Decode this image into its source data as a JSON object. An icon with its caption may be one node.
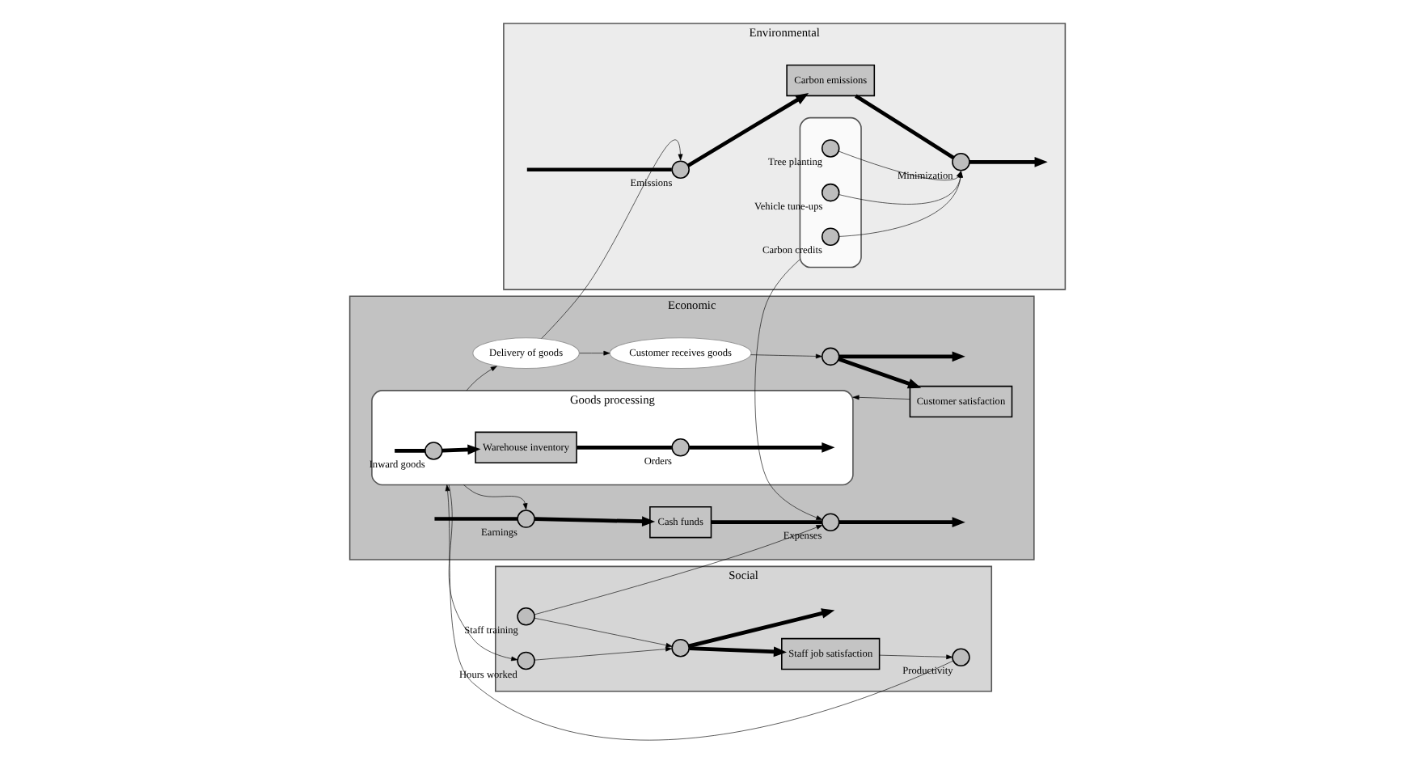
{
  "diagram": {
    "nodes": [
      {
        "text": [
          "Economic"
        ]
      },
      {
        "text": [
          "Customer satisfaction"
        ],
        "in": 0
      },
      {
        "text": [],
        "shape": "circle",
        "in": 0
      },
      {
        "text": [
          "Goods processing"
        ],
        "in": 0
      },
      {
        "text": [
          "Inward goods"
        ],
        "in": 3
      },
      {
        "text": [
          "Warehouse inventory"
        ],
        "in": 3
      },
      {
        "text": [
          "Orders"
        ],
        "in": 3
      },
      {
        "text": [
          "Customer receives goods"
        ],
        "in": 0
      },
      {
        "text": [
          "Delivery of goods"
        ],
        "in": 0
      },
      {
        "text": [
          "Earnings"
        ],
        "in": 0
      },
      {
        "text": [
          "Cash funds"
        ],
        "in": 0
      },
      {
        "text": [
          "Expenses"
        ],
        "in": 0
      },
      {
        "text": [
          "Social"
        ]
      },
      {
        "text": [
          "Productivity"
        ],
        "in": 12
      },
      {
        "text": [
          "Hours worked"
        ],
        "in": 12
      },
      {
        "text": [
          "Staff training"
        ],
        "in": 12
      },
      {
        "text": [
          "Staff job satisfaction"
        ],
        "in": 12
      },
      {
        "text": [],
        "shape": "circle",
        "in": 12
      },
      {
        "text": [
          "Environmental"
        ]
      },
      {
        "text": [
          "Emissions"
        ],
        "in": 18
      },
      {
        "text": [
          "Carbon emissions"
        ],
        "in": 18
      },
      {
        "text": [
          "Minimization"
        ],
        "in": 18
      },
      {
        "text": [],
        "shape": "ellipse",
        "in": 18
      },
      {
        "text": [
          "Carbon credits"
        ],
        "in": 22
      },
      {
        "text": [
          "Tree planting"
        ],
        "in": 22
      },
      {
        "text": [
          "Vehicle tune-ups"
        ],
        "in": 22
      }
    ],
    "edges": [
      {
        "from": 2,
        "to": 1,
        "arrow": "to",
        "style": "thick"
      },
      {
        "from": 2,
        "to": null,
        "arrow": "to",
        "style": "thick"
      },
      {
        "from": 1,
        "to": 3,
        "arrow": "to"
      },
      {
        "from": 7,
        "to": 2,
        "arrow": "to"
      },
      {
        "from": 8,
        "to": 7,
        "arrow": "to"
      },
      {
        "from": 3,
        "to": 8,
        "arrow": "to"
      },
      {
        "from": null,
        "to": 4,
        "arrow": "none",
        "style": "thick"
      },
      {
        "from": 4,
        "to": 5,
        "arrow": "to",
        "style": "thick"
      },
      {
        "from": 5,
        "to": 6,
        "arrow": "none",
        "style": "thick"
      },
      {
        "from": 6,
        "to": null,
        "arrow": "to",
        "style": "thick"
      },
      {
        "from": 3,
        "to": 9,
        "arrow": "to"
      },
      {
        "from": 3,
        "to": 14,
        "arrow": "to"
      },
      {
        "from": 13,
        "to": 3,
        "arrow": "to"
      },
      {
        "from": null,
        "to": 9,
        "arrow": "none",
        "style": "thick"
      },
      {
        "from": 9,
        "to": 10,
        "arrow": "to",
        "style": "thick"
      },
      {
        "from": 10,
        "to": 11,
        "arrow": "none",
        "style": "thick"
      },
      {
        "from": 11,
        "to": null,
        "arrow": "to",
        "style": "thick"
      },
      {
        "from": 15,
        "to": 11,
        "arrow": "to"
      },
      {
        "from": 22,
        "to": 11,
        "arrow": "to"
      },
      {
        "from": 16,
        "to": 13,
        "arrow": "to"
      },
      {
        "from": 14,
        "to": 17,
        "arrow": "to"
      },
      {
        "from": 15,
        "to": 17,
        "arrow": "to"
      },
      {
        "from": 17,
        "to": 16,
        "arrow": "to",
        "style": "thick"
      },
      {
        "from": 17,
        "to": null,
        "arrow": "to",
        "style": "thick"
      },
      {
        "from": 8,
        "to": 19,
        "arrow": "to"
      },
      {
        "from": null,
        "to": 19,
        "arrow": "none",
        "style": "thick"
      },
      {
        "from": 19,
        "to": 20,
        "arrow": "to",
        "style": "thick"
      },
      {
        "from": 20,
        "to": 21,
        "arrow": "none",
        "style": "thick"
      },
      {
        "from": 21,
        "to": null,
        "arrow": "to",
        "style": "thick"
      },
      {
        "from": 23,
        "to": 21,
        "arrow": "to"
      },
      {
        "from": 24,
        "to": 21,
        "arrow": "to"
      },
      {
        "from": 25,
        "to": 21,
        "arrow": "to"
      }
    ]
  }
}
